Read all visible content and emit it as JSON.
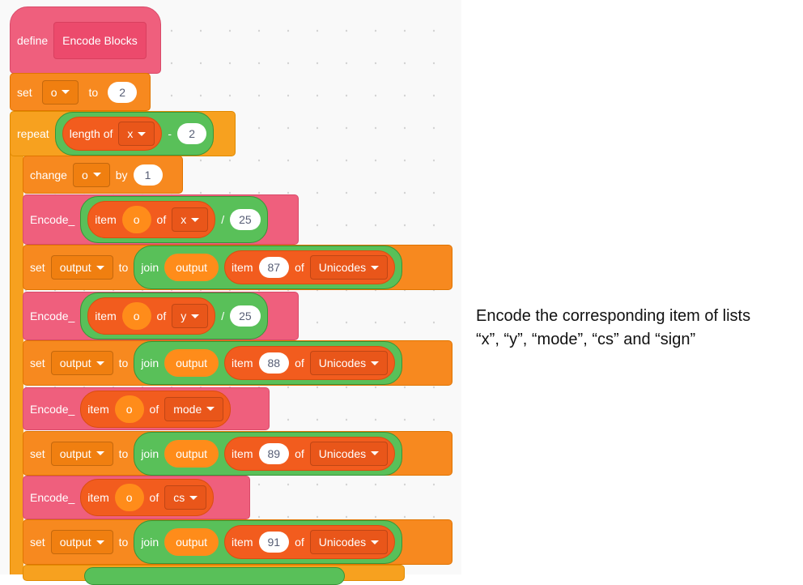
{
  "define": {
    "keyword": "define",
    "name": "Encode Blocks"
  },
  "set_o": {
    "set": "set",
    "var": "o",
    "to": "to",
    "value": "2"
  },
  "repeat": {
    "keyword": "repeat",
    "length_of": "length of",
    "list": "x",
    "minus": "-",
    "value": "2"
  },
  "change": {
    "keyword": "change",
    "var": "o",
    "by": "by",
    "value": "1"
  },
  "encode_blocks": [
    {
      "label": "Encode_",
      "item": "item",
      "index": "o",
      "of": "of",
      "list": "x",
      "div": "/",
      "divisor": "25"
    },
    {
      "label": "Encode_",
      "item": "item",
      "index": "o",
      "of": "of",
      "list": "y",
      "div": "/",
      "divisor": "25"
    },
    {
      "label": "Encode_",
      "item": "item",
      "index": "o",
      "of": "of",
      "list": "mode"
    },
    {
      "label": "Encode_",
      "item": "item",
      "index": "o",
      "of": "of",
      "list": "cs"
    }
  ],
  "set_output_blocks": [
    {
      "set": "set",
      "var": "output",
      "to": "to",
      "join": "join",
      "output": "output",
      "item": "item",
      "index": "87",
      "of": "of",
      "list": "Unicodes"
    },
    {
      "set": "set",
      "var": "output",
      "to": "to",
      "join": "join",
      "output": "output",
      "item": "item",
      "index": "88",
      "of": "of",
      "list": "Unicodes"
    },
    {
      "set": "set",
      "var": "output",
      "to": "to",
      "join": "join",
      "output": "output",
      "item": "item",
      "index": "89",
      "of": "of",
      "list": "Unicodes"
    },
    {
      "set": "set",
      "var": "output",
      "to": "to",
      "join": "join",
      "output": "output",
      "item": "item",
      "index": "91",
      "of": "of",
      "list": "Unicodes"
    }
  ],
  "annotation": {
    "line1": "Encode the corresponding item of lists",
    "line2": "“x”, “y”, “mode”, “cs” and “sign”"
  }
}
